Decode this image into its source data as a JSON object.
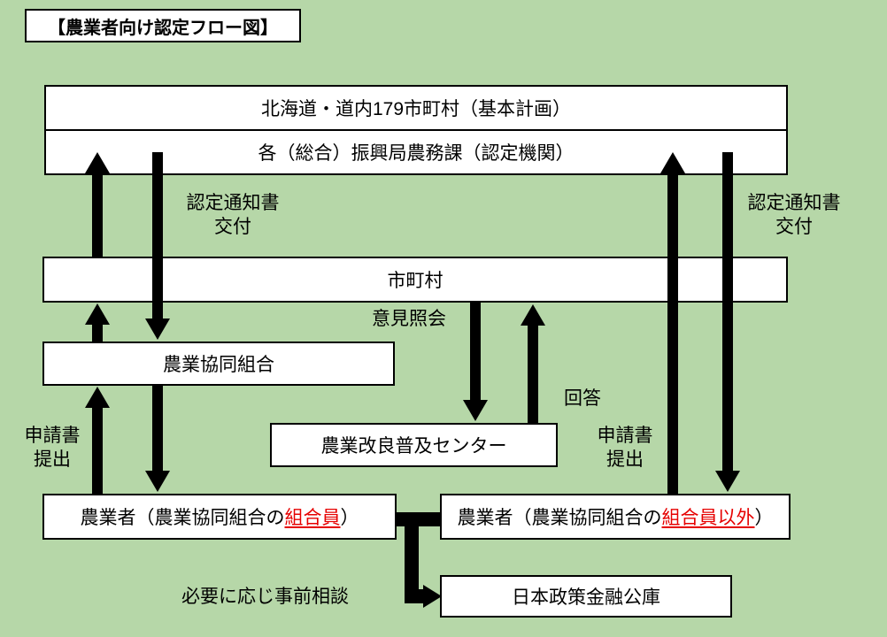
{
  "page": {
    "title": "【農業者向け認定フロー図】"
  },
  "boxes": {
    "plan": "北海道・道内179市町村（基本計画）",
    "agency": "各（総合）振興局農務課（認定機関）",
    "municipality": "市町村",
    "coop": "農業協同組合",
    "extension_center": "農業改良普及センター",
    "farmer_member": {
      "prefix": "農業者（農業協同組合の",
      "highlight": "組合員",
      "suffix": "）"
    },
    "farmer_nonmember": {
      "prefix": "農業者（農業協同組合の",
      "highlight": "組合員以外",
      "suffix": "）"
    },
    "finance": "日本政策金融公庫"
  },
  "labels": {
    "notice_left_line1": "認定通知書",
    "notice_left_line2": "交付",
    "notice_right_line1": "認定通知書",
    "notice_right_line2": "交付",
    "opinion": "意見照会",
    "reply": "回答",
    "apply_left_line1": "申請書",
    "apply_left_line2": "提出",
    "apply_right_line1": "申請書",
    "apply_right_line2": "提出",
    "consult": "必要に応じ事前相談"
  },
  "colors": {
    "background": "#b6d7a8",
    "box_fill": "#ffffff",
    "border": "#000000",
    "arrow": "#000000",
    "highlight": "#e60000"
  }
}
